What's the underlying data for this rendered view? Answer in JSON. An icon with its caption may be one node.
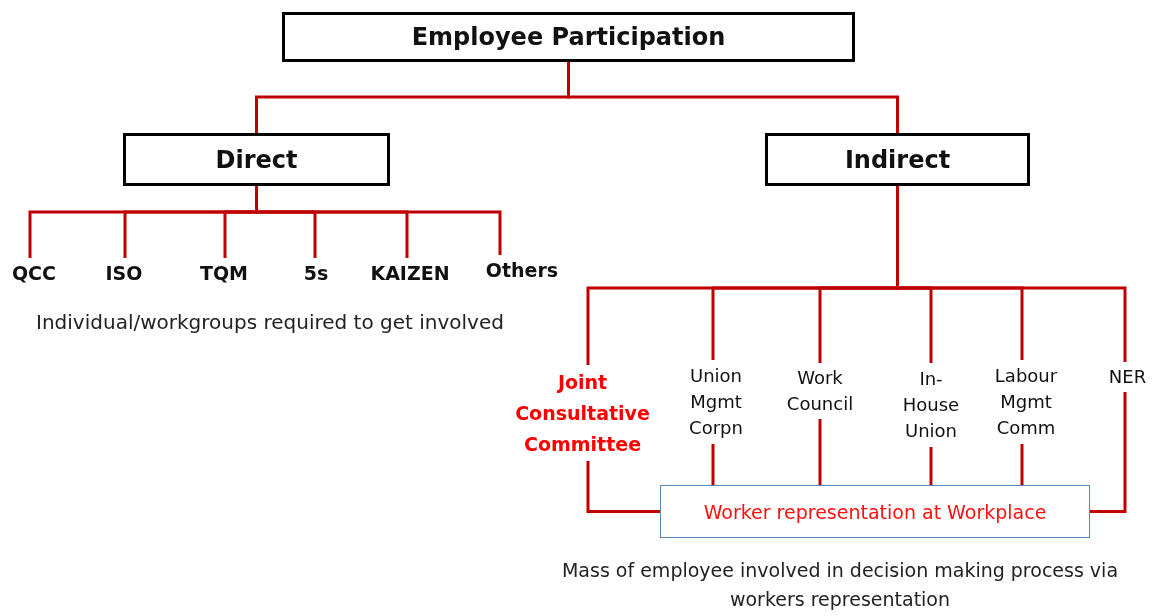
{
  "diagram": {
    "nodes": [
      {
        "text": [
          "Employee Participation"
        ]
      },
      {
        "text": [
          "Direct"
        ]
      },
      {
        "text": [
          "Indirect"
        ]
      },
      {
        "text": [
          "QCC"
        ]
      },
      {
        "text": [
          "ISO"
        ]
      },
      {
        "text": [
          "TQM"
        ]
      },
      {
        "text": [
          "5s"
        ]
      },
      {
        "text": [
          "KAIZEN"
        ]
      },
      {
        "text": [
          "Others"
        ]
      },
      {
        "text": [
          "Joint Consultative Committee"
        ]
      },
      {
        "text": [
          "Union Mgmt Corpn"
        ]
      },
      {
        "text": [
          "Work Council"
        ]
      },
      {
        "text": [
          "In-House Union"
        ]
      },
      {
        "text": [
          "Labour Mgmt Comm"
        ]
      },
      {
        "text": [
          "NER"
        ]
      },
      {
        "text": [
          "Worker representation at Workplace"
        ]
      }
    ],
    "edges": [
      {
        "from": 0,
        "to": 1,
        "arrow": "none"
      },
      {
        "from": 0,
        "to": 2,
        "arrow": "none"
      },
      {
        "from": 1,
        "to": 3,
        "arrow": "none"
      },
      {
        "from": 1,
        "to": 4,
        "arrow": "none"
      },
      {
        "from": 1,
        "to": 5,
        "arrow": "none"
      },
      {
        "from": 1,
        "to": 6,
        "arrow": "none"
      },
      {
        "from": 1,
        "to": 7,
        "arrow": "none"
      },
      {
        "from": 1,
        "to": 8,
        "arrow": "none"
      },
      {
        "from": 2,
        "to": 9,
        "arrow": "none"
      },
      {
        "from": 2,
        "to": 10,
        "arrow": "none"
      },
      {
        "from": 2,
        "to": 11,
        "arrow": "none"
      },
      {
        "from": 2,
        "to": 12,
        "arrow": "none"
      },
      {
        "from": 2,
        "to": 13,
        "arrow": "none"
      },
      {
        "from": 2,
        "to": 14,
        "arrow": "none"
      },
      {
        "from": 9,
        "to": 15,
        "arrow": "none"
      },
      {
        "from": 10,
        "to": 15,
        "arrow": "none"
      },
      {
        "from": 11,
        "to": 15,
        "arrow": "none"
      },
      {
        "from": 12,
        "to": 15,
        "arrow": "none"
      },
      {
        "from": 13,
        "to": 15,
        "arrow": "none"
      },
      {
        "from": 14,
        "to": 15,
        "arrow": "none"
      }
    ],
    "labels": [
      "Individual/workgroups required to get involved",
      "Mass of employee involved in decision making process via workers representation"
    ]
  }
}
